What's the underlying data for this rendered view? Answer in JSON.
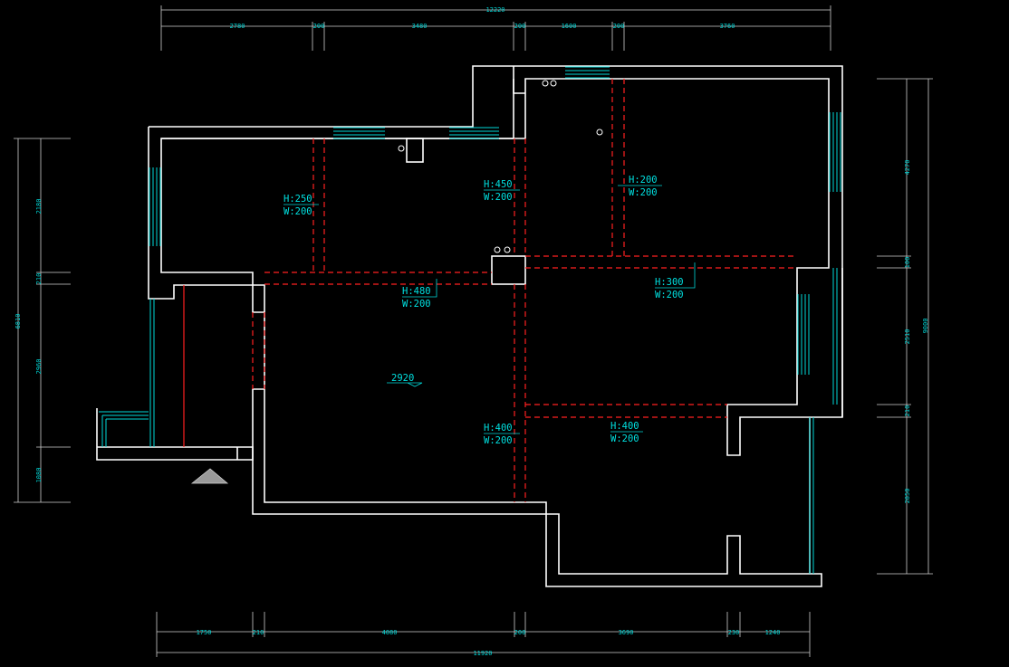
{
  "plan": {
    "area_label": "2920",
    "beams": [
      {
        "h": "H:250",
        "w": "W:200"
      },
      {
        "h": "H:450",
        "w": "W:200"
      },
      {
        "h": "H:200",
        "w": "W:200"
      },
      {
        "h": "H:480",
        "w": "W:200"
      },
      {
        "h": "H:300",
        "w": "W:200"
      },
      {
        "h": "H:400",
        "w": "W:200"
      },
      {
        "h": "H:400",
        "w": "W:200"
      }
    ]
  },
  "dims": {
    "top_total": "12220",
    "top": [
      "2780",
      "200",
      "3480",
      "200",
      "1600",
      "200",
      "3760"
    ],
    "bottom_total": "11920",
    "bottom": [
      "1750",
      "210",
      "4080",
      "200",
      "3690",
      "230",
      "1240"
    ],
    "left": [
      "2180",
      "210",
      "6810",
      "2960",
      "1080"
    ],
    "right": [
      "4270",
      "100",
      "9000",
      "2510",
      "210",
      "2850"
    ]
  },
  "colors": {
    "background": "#000000",
    "wall": "#ffffff",
    "window": "#00d7d7",
    "beam": "#ff2020",
    "text": "#00e0e0"
  }
}
